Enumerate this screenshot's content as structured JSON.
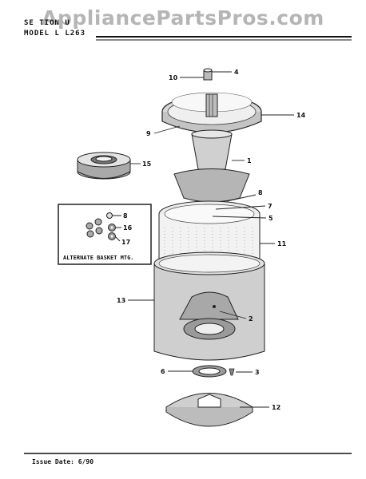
{
  "header": {
    "section_label": "SE TION  U",
    "model_label": "MODEL  L  L263"
  },
  "watermark": "AppliancePartsPros.com",
  "callouts": {
    "c1": "1",
    "c2": "2",
    "c3": "3",
    "c4": "4",
    "c5": "5",
    "c6": "6",
    "c7": "7",
    "c8": "8",
    "c9": "9",
    "c10": "10",
    "c11": "11",
    "c12": "12",
    "c13": "13",
    "c14": "14",
    "c15": "15",
    "c16": "16",
    "c17": "17",
    "box8": "8"
  },
  "alternate_box": {
    "label": "ALTERNATE BASKET MTG."
  },
  "footer": {
    "issue_date": "Issue Date: 6/90"
  }
}
